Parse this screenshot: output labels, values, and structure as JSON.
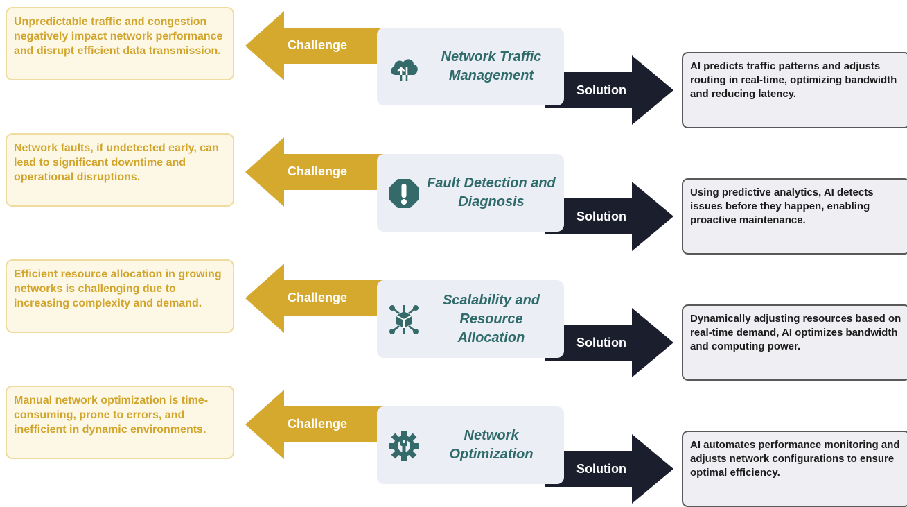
{
  "colors": {
    "challenge_fill": "#d4a92d",
    "challenge_box_bg": "#fdf7e6",
    "challenge_text": "#d1a52b",
    "solution_fill": "#1b1e2d",
    "topic_card_bg": "#eceef5",
    "topic_title": "#2e6b6a",
    "icon_color": "#346b6a",
    "solution_box_border": "#595959"
  },
  "rows": [
    {
      "challenge_text": "Unpredictable traffic and congestion negatively impact network performance and disrupt efficient data transmission.",
      "challenge_label": "Challenge",
      "topic_title": "Network Traffic Management",
      "icon": "cloud-transfer-icon",
      "solution_label": "Solution",
      "solution_text": "AI predicts traffic patterns and adjusts routing in real-time, optimizing bandwidth and reducing latency."
    },
    {
      "challenge_text": "Network faults, if undetected early, can lead to significant downtime and operational disruptions.",
      "challenge_label": "Challenge",
      "topic_title": "Fault Detection and Diagnosis",
      "icon": "warning-octagon-icon",
      "solution_label": "Solution",
      "solution_text": "Using predictive analytics, AI detects issues before they happen, enabling proactive maintenance."
    },
    {
      "challenge_text": "Efficient resource allocation in growing networks is challenging due to increasing complexity and demand.",
      "challenge_label": "Challenge",
      "topic_title": "Scalability and Resource Allocation",
      "icon": "network-cube-icon",
      "solution_label": "Solution",
      "solution_text": "Dynamically adjusting resources based on real-time demand, AI optimizes bandwidth and computing power."
    },
    {
      "challenge_text": "Manual network optimization is time-consuming, prone to errors, and inefficient in dynamic environments.",
      "challenge_label": "Challenge",
      "topic_title": "Network Optimization",
      "icon": "gear-wrench-icon",
      "solution_label": "Solution",
      "solution_text": "AI automates performance monitoring and adjusts network configurations to ensure optimal efficiency."
    }
  ]
}
